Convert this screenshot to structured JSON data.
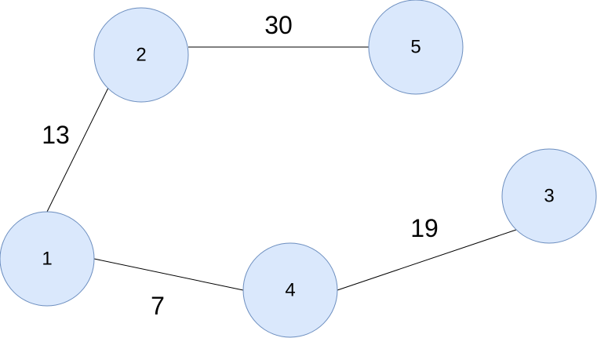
{
  "graph": {
    "nodes": [
      {
        "id": "1",
        "label": "1"
      },
      {
        "id": "2",
        "label": "2"
      },
      {
        "id": "3",
        "label": "3"
      },
      {
        "id": "4",
        "label": "4"
      },
      {
        "id": "5",
        "label": "5"
      }
    ],
    "edges": [
      {
        "from": "1",
        "to": "2",
        "weight": "13"
      },
      {
        "from": "2",
        "to": "5",
        "weight": "30"
      },
      {
        "from": "1",
        "to": "4",
        "weight": "7"
      },
      {
        "from": "4",
        "to": "3",
        "weight": "19"
      }
    ]
  },
  "colors": {
    "node_fill": "#dae8fc",
    "node_stroke": "#6c8ebf",
    "edge": "#000000"
  }
}
